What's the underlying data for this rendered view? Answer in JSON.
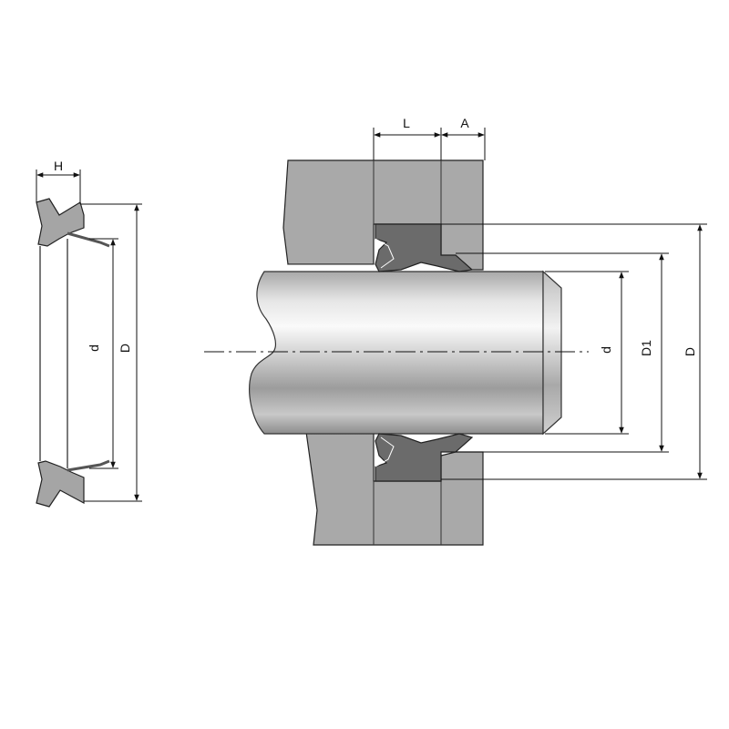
{
  "labels": {
    "left": {
      "H": "H",
      "d": "d",
      "D": "D"
    },
    "right": {
      "L": "L",
      "A": "A",
      "d": "d",
      "D1": "D1",
      "D": "D"
    }
  },
  "colors": {
    "housing": "#a9a9a9",
    "seal": "#6b6b6b",
    "seal_light": "#a5a5a5",
    "line": "#111111",
    "shaft_light": "#f4f4f4",
    "shaft_dark": "#8a8a8a"
  }
}
